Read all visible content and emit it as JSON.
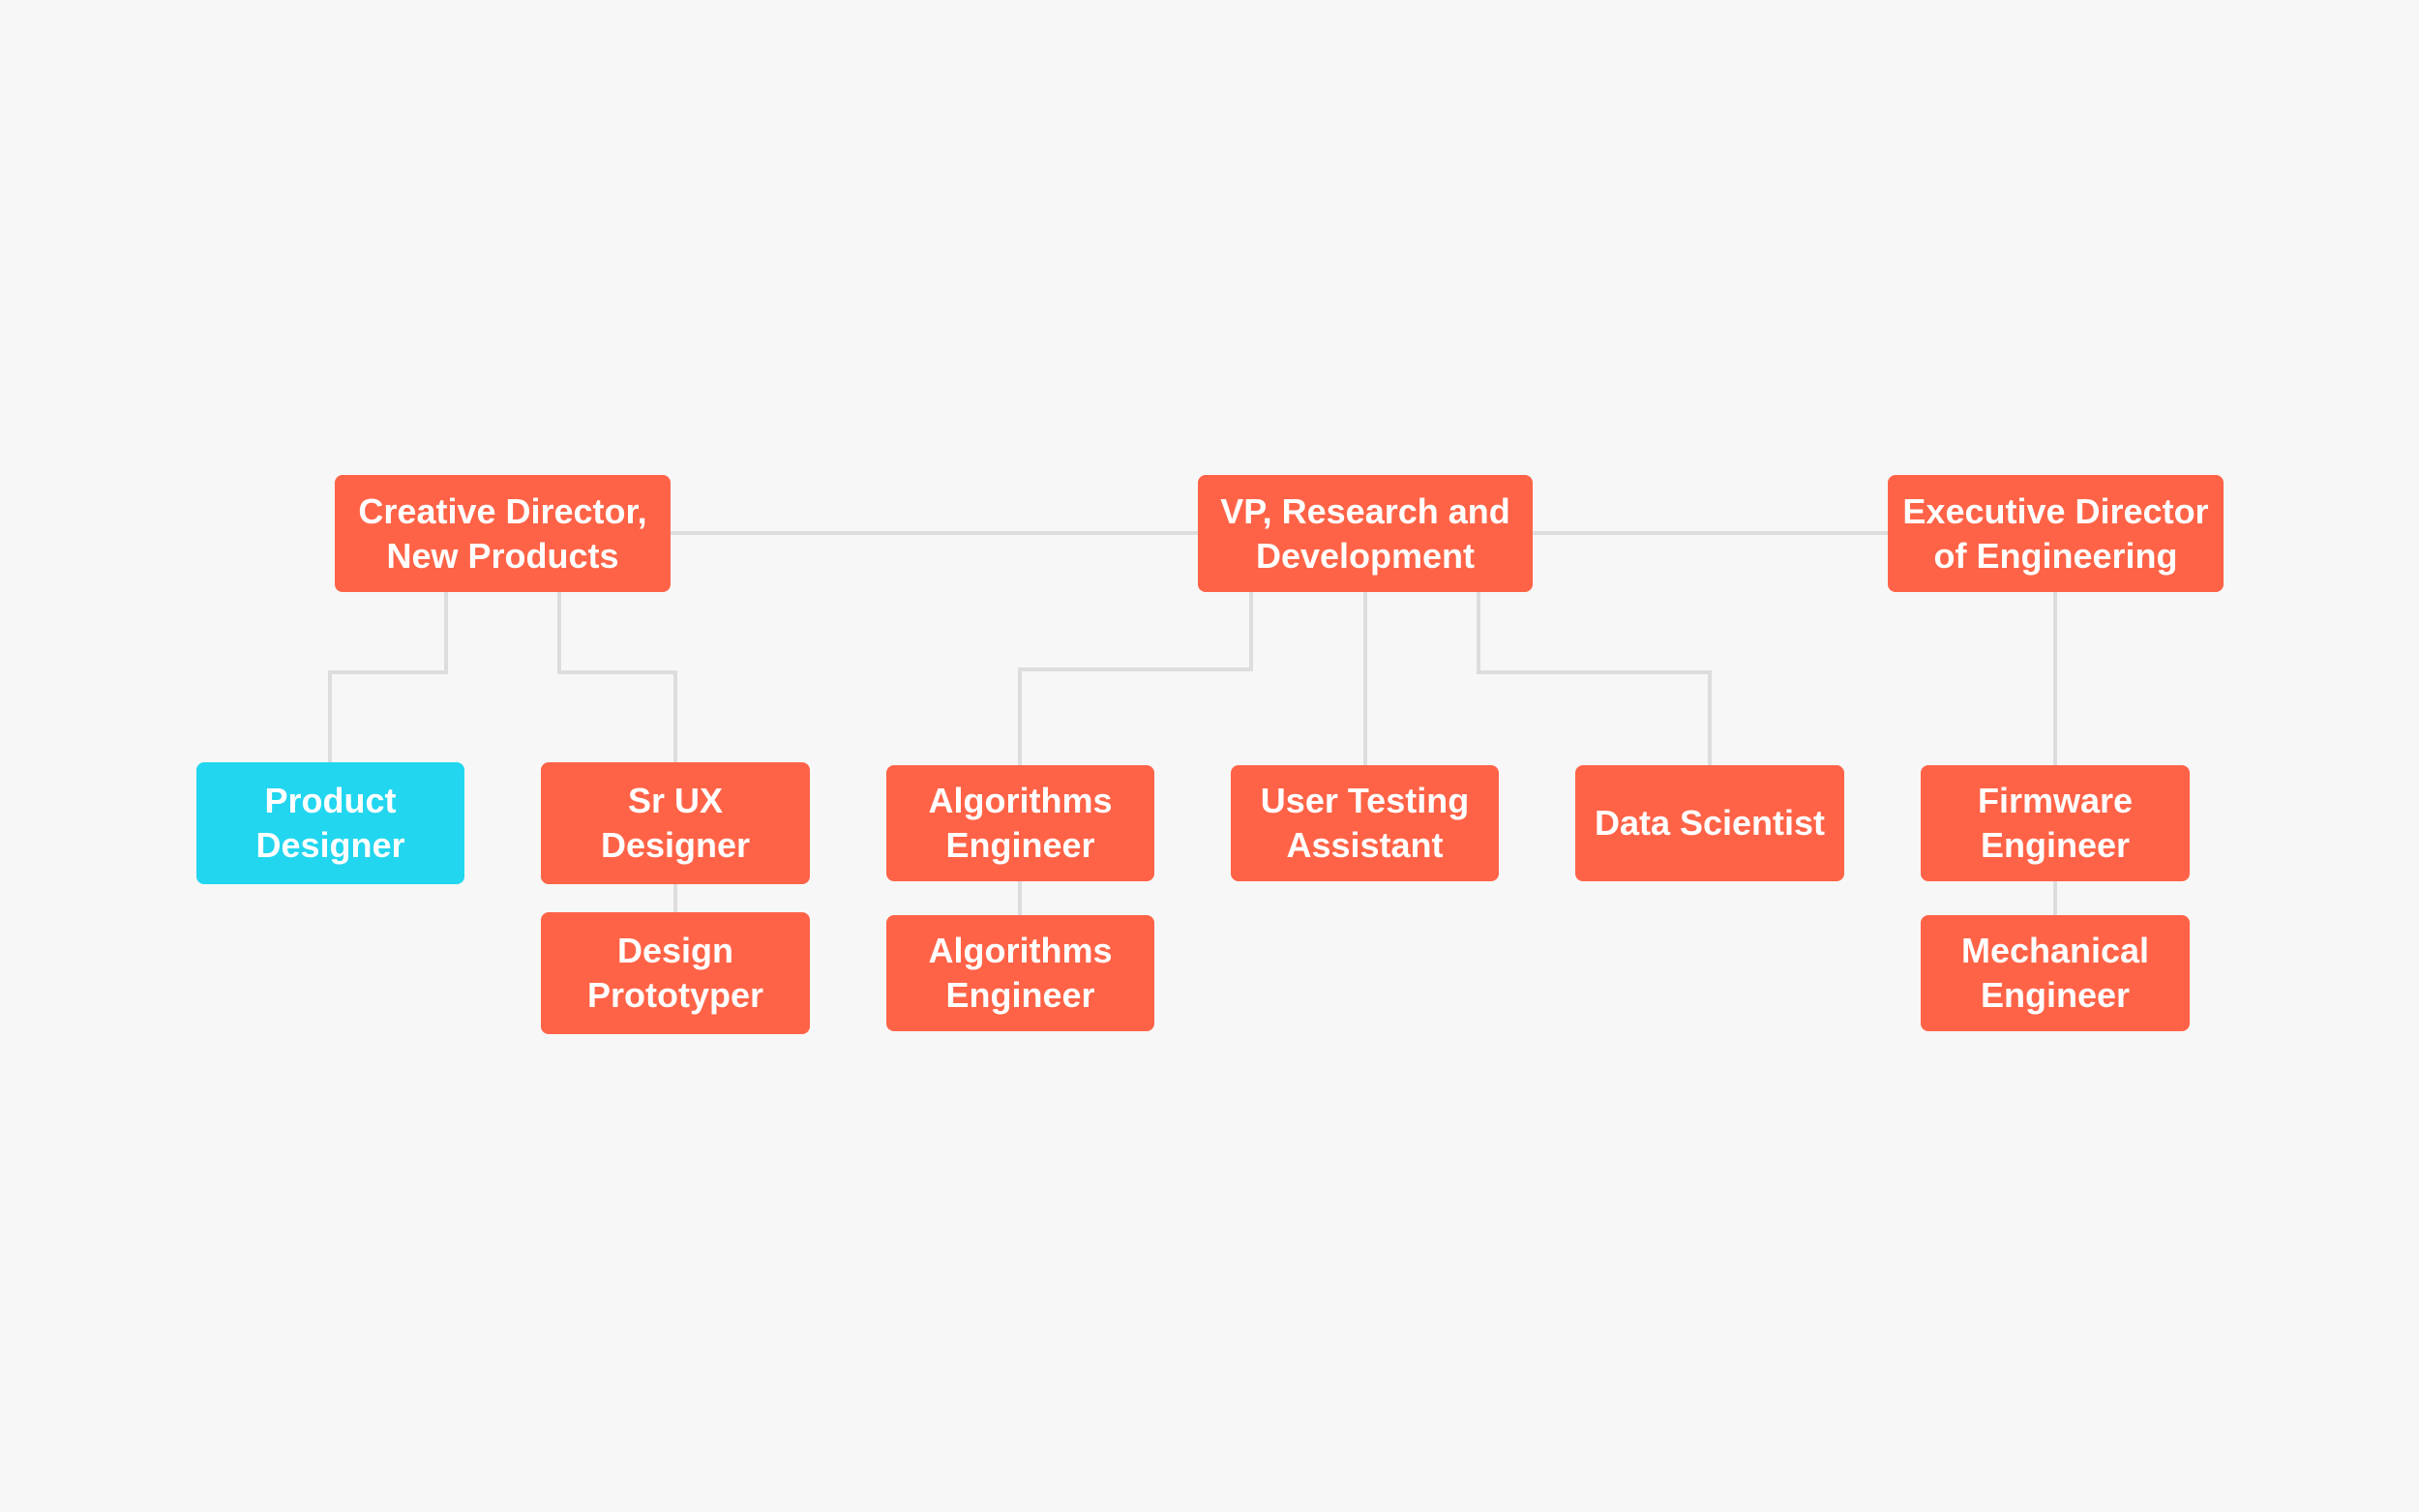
{
  "colors": {
    "node": "#ff6347",
    "highlight": "#22d6ef",
    "connector": "#dddddd",
    "background": "#f7f7f7"
  },
  "nodes": {
    "creative_director": "Creative Director,\nNew Products",
    "vp_research": "VP, Research and\nDevelopment",
    "exec_director": "Executive Director\nof Engineering",
    "product_designer": "Product\nDesigner",
    "sr_ux_designer": "Sr UX\nDesigner",
    "design_prototyper": "Design\nPrototyper",
    "algorithms_engineer_1": "Algorithms\nEngineer",
    "algorithms_engineer_2": "Algorithms\nEngineer",
    "user_testing_assistant": "User Testing\nAssistant",
    "data_scientist": "Data Scientist",
    "firmware_engineer": "Firmware\nEngineer",
    "mechanical_engineer": "Mechanical\nEngineer"
  }
}
